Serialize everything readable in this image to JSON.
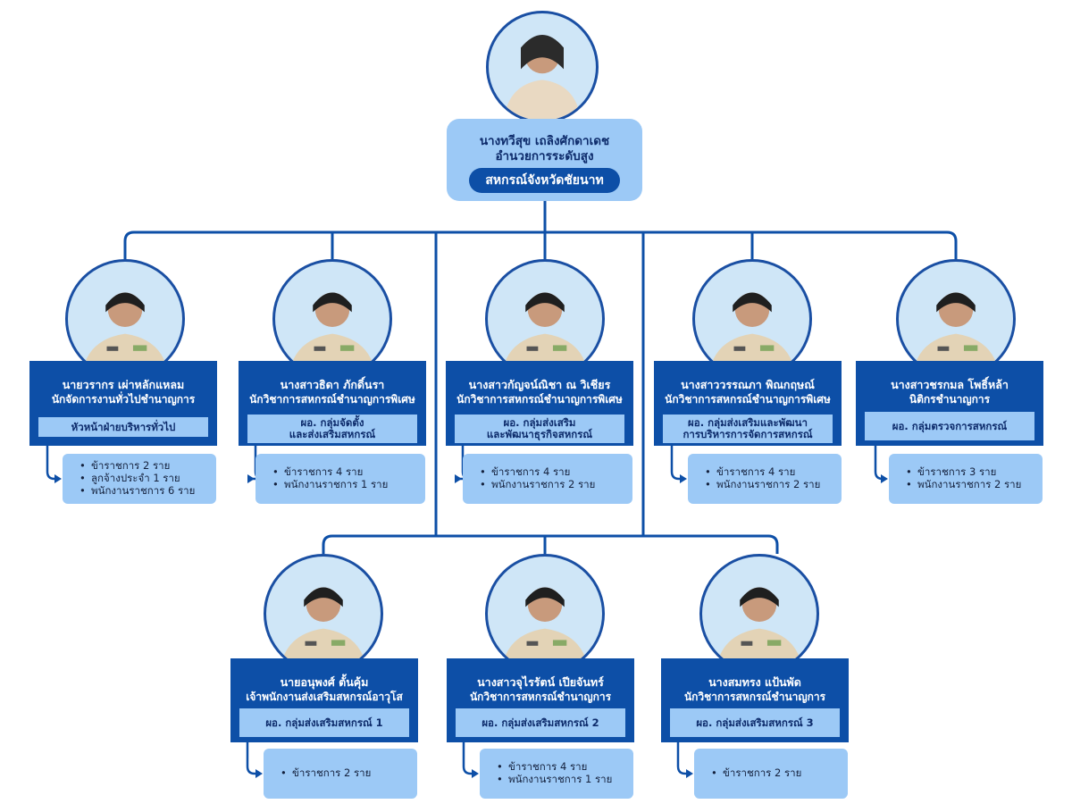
{
  "head": {
    "name": "นางทวีสุข เถลิงศักดาเดช",
    "position": "อำนวยการระดับสูง",
    "org": "สหกรณ์จังหวัดชัยนาท"
  },
  "row1": [
    {
      "name": "นายวรากร เผ่าหลักแหลม",
      "position": "นักจัดการงานทั่วไปชำนาญการ",
      "group": "หัวหน้าฝ่ายบริหารทั่วไป",
      "staff": [
        "ข้าราชการ 2 ราย",
        "ลูกจ้างประจำ 1 ราย",
        "พนักงานราชการ 6 ราย"
      ]
    },
    {
      "name": "นางสาวธิดา ภักดิ์นรา",
      "position": "นักวิชาการสหกรณ์ชำนาญการพิเศษ",
      "group": "ผอ. กลุ่มจัดตั้ง\nและส่งเสริมสหกรณ์",
      "staff": [
        "ข้าราชการ 4 ราย",
        "พนักงานราชการ 1 ราย"
      ]
    },
    {
      "name": "นางสาวกัญจน์ณิชา ณ วิเชียร",
      "position": "นักวิชาการสหกรณ์ชำนาญการพิเศษ",
      "group": "ผอ. กลุ่มส่งเสริม\nและพัฒนาธุรกิจสหกรณ์",
      "staff": [
        "ข้าราชการ 4 ราย",
        "พนักงานราชการ 2 ราย"
      ]
    },
    {
      "name": "นางสาววรรณภา พิณกฤษณ์",
      "position": "นักวิชาการสหกรณ์ชำนาญการพิเศษ",
      "group": "ผอ. กลุ่มส่งเสริมและพัฒนา\nการบริหารการจัดการสหกรณ์",
      "staff": [
        "ข้าราชการ 4 ราย",
        "พนักงานราชการ 2 ราย"
      ]
    },
    {
      "name": "นางสาวชรกมล โพธิ์หล้า",
      "position": "นิติกรชำนาญการ",
      "group": "ผอ. กลุ่มตรวจการสหกรณ์",
      "staff": [
        "ข้าราชการ 3 ราย",
        "พนักงานราชการ 2 ราย"
      ]
    }
  ],
  "row2": [
    {
      "name": "นายอนุพงศ์ ตั้นคุ้ม",
      "position": "เจ้าพนักงานส่งเสริมสหกรณ์อาวุโส",
      "group": "ผอ. กลุ่มส่งเสริมสหกรณ์ 1",
      "staff": [
        "ข้าราชการ 2 ราย"
      ]
    },
    {
      "name": "นางสาวจุไรรัตน์ เปียจันทร์",
      "position": "นักวิชาการสหกรณ์ชำนาญการ",
      "group": "ผอ. กลุ่มส่งเสริมสหกรณ์ 2",
      "staff": [
        "ข้าราชการ 4 ราย",
        "พนักงานราชการ 1 ราย"
      ]
    },
    {
      "name": "นางสมทรง แป้นพัด",
      "position": "นักวิชาการสหกรณ์ชำนาญการ",
      "group": "ผอ. กลุ่มส่งเสริมสหกรณ์ 3",
      "staff": [
        "ข้าราชการ 2 ราย"
      ]
    }
  ],
  "colors": {
    "navy": "#0d4fa7",
    "light": "#9cc9f6",
    "photo_bg": "#cfe6f7",
    "text_dark": "#0d2b6b"
  }
}
